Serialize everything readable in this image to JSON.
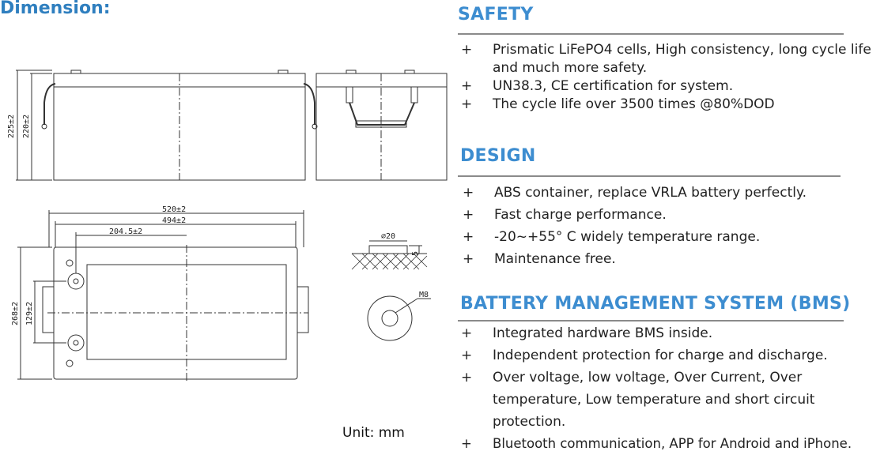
{
  "dimension_title": "Dimension:",
  "unit_label": "Unit: mm",
  "drawing_labels": {
    "height_outer": "225±2",
    "height_inner": "220±2",
    "length_outer": "520±2",
    "length_inner": "494±2",
    "terminal_offset": "204.5±2",
    "width_outer": "268±2",
    "width_inner": "129±2",
    "terminal_diameter": "⌀20",
    "terminal_height": "5",
    "thread": "M8"
  },
  "sections": [
    {
      "title": "SAFETY",
      "items": [
        "Prismatic LiFePO4 cells, High consistency, long cycle life and much more safety.",
        "UN38.3, CE certification for system.",
        "The cycle life over 3500 times @80%DOD"
      ]
    },
    {
      "title": "DESIGN",
      "items": [
        "ABS container, replace VRLA battery perfectly.",
        "Fast charge performance.",
        "-20~+55° C widely temperature range.",
        "Maintenance free."
      ]
    },
    {
      "title": "BATTERY MANAGEMENT SYSTEM (BMS)",
      "items": [
        "Integrated hardware BMS inside.",
        "Independent protection for charge and discharge.",
        "Over voltage, low voltage, Over Current, Over temperature, Low temperature and short circuit protection.",
        "Bluetooth communication, APP for Android and iPhone."
      ]
    }
  ],
  "bullet_symbol": "+",
  "colors": {
    "heading": "#3d8dd0",
    "title": "#2f7fbf",
    "rule": "#8a8a8a"
  }
}
